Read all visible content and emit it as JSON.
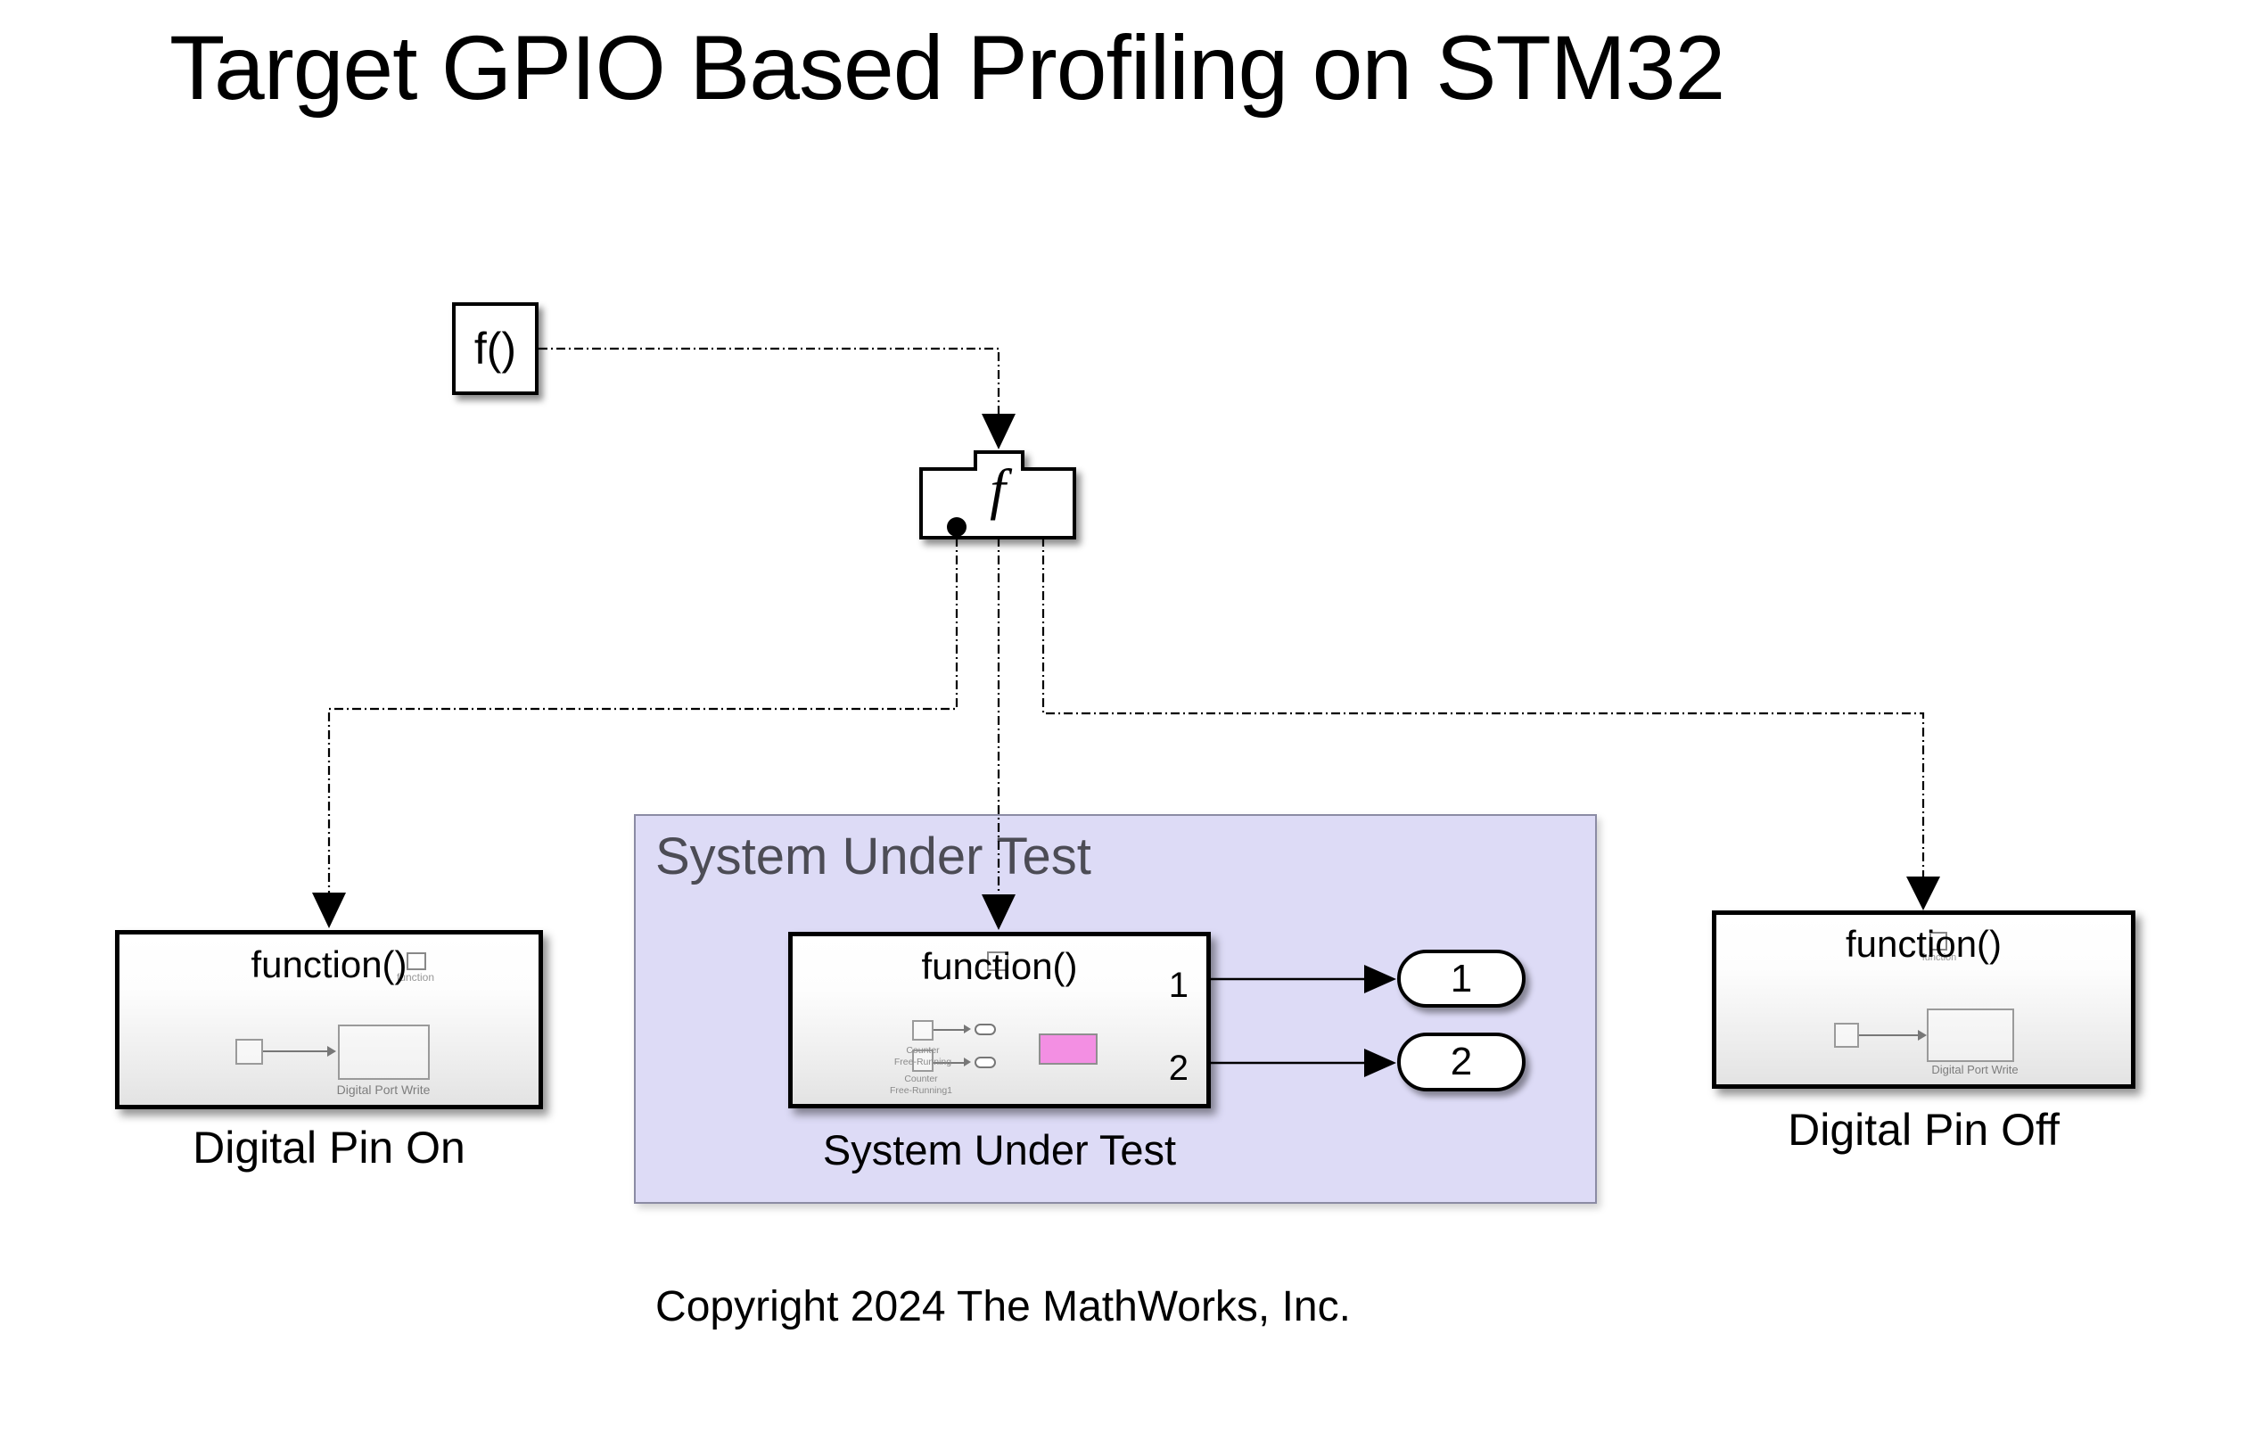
{
  "title": "Target GPIO Based Profiling on STM32",
  "copyright": "Copyright 2024 The MathWorks, Inc.",
  "colors": {
    "sut_area_bg": "#dddbf6",
    "sut_area_border": "#8b8ba4",
    "sut_header_text": "#4c4c55",
    "pink_fill": "#f38fe3",
    "pink_border": "#8f8f8f"
  },
  "generator": {
    "label": "f()"
  },
  "splitter": {
    "label": "f"
  },
  "pin_on": {
    "title": "function()",
    "trigger_label": "function",
    "inner_block_label": "Digital Port Write",
    "caption": "Digital Pin On"
  },
  "sut": {
    "area_header": "System Under Test",
    "block_title": "function()",
    "trigger_label": "function",
    "caption": "System Under Test",
    "port_labels": {
      "p1": "1",
      "p2": "2"
    },
    "counters": [
      {
        "l1": "Counter",
        "l2": "Free-Running"
      },
      {
        "l1": "Counter",
        "l2": "Free-Running1"
      }
    ]
  },
  "pin_off": {
    "title": "function()",
    "trigger_label": "function",
    "inner_block_label": "Digital Port Write",
    "caption": "Digital Pin Off"
  },
  "outports": [
    {
      "label": "1"
    },
    {
      "label": "2"
    }
  ]
}
